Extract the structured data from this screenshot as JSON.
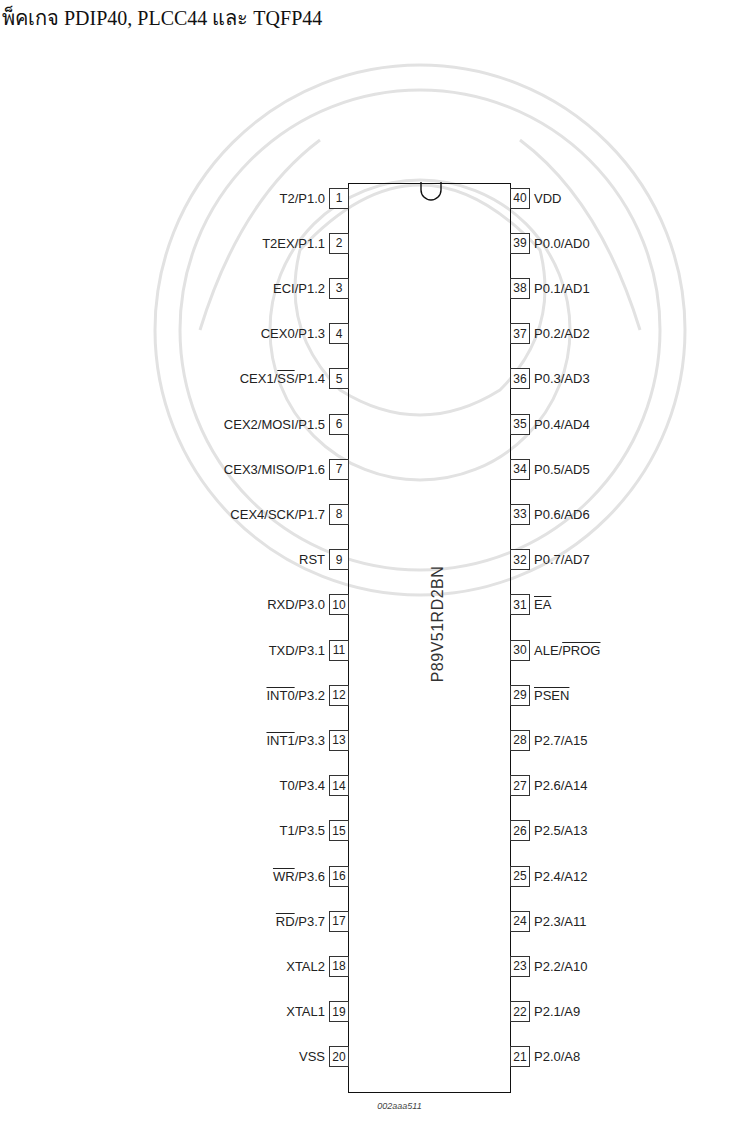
{
  "diagram": {
    "title": "พ็คเกจ PDIP40, PLCC44 และ TQFP44",
    "nodes": [
      {
        "text": [
          "P89V51RD2BN"
        ]
      },
      {
        "text": [
          "1"
        ]
      },
      {
        "text": [
          "2"
        ]
      },
      {
        "text": [
          "3"
        ]
      },
      {
        "text": [
          "4"
        ]
      },
      {
        "text": [
          "5"
        ]
      },
      {
        "text": [
          "6"
        ]
      },
      {
        "text": [
          "7"
        ]
      },
      {
        "text": [
          "8"
        ]
      },
      {
        "text": [
          "9"
        ]
      },
      {
        "text": [
          "10"
        ]
      },
      {
        "text": [
          "11"
        ]
      },
      {
        "text": [
          "12"
        ]
      },
      {
        "text": [
          "13"
        ]
      },
      {
        "text": [
          "14"
        ]
      },
      {
        "text": [
          "15"
        ]
      },
      {
        "text": [
          "16"
        ]
      },
      {
        "text": [
          "17"
        ]
      },
      {
        "text": [
          "18"
        ]
      },
      {
        "text": [
          "19"
        ]
      },
      {
        "text": [
          "20"
        ]
      },
      {
        "text": [
          "21"
        ]
      },
      {
        "text": [
          "22"
        ]
      },
      {
        "text": [
          "23"
        ]
      },
      {
        "text": [
          "24"
        ]
      },
      {
        "text": [
          "25"
        ]
      },
      {
        "text": [
          "26"
        ]
      },
      {
        "text": [
          "27"
        ]
      },
      {
        "text": [
          "28"
        ]
      },
      {
        "text": [
          "29"
        ]
      },
      {
        "text": [
          "30"
        ]
      },
      {
        "text": [
          "31"
        ]
      },
      {
        "text": [
          "32"
        ]
      },
      {
        "text": [
          "33"
        ]
      },
      {
        "text": [
          "34"
        ]
      },
      {
        "text": [
          "35"
        ]
      },
      {
        "text": [
          "36"
        ]
      },
      {
        "text": [
          "37"
        ]
      },
      {
        "text": [
          "38"
        ]
      },
      {
        "text": [
          "39"
        ]
      },
      {
        "text": [
          "40"
        ]
      }
    ],
    "labels": [
      "T2/P1.0",
      "T2EX/P1.1",
      "ECI/P1.2",
      "CEX0/P1.3",
      "CEX1/SS/P1.4",
      "CEX2/MOSI/P1.5",
      "CEX3/MISO/P1.6",
      "CEX4/SCK/P1.7",
      "RST",
      "RXD/P3.0",
      "TXD/P3.1",
      "INT0/P3.2",
      "INT1/P3.3",
      "T0/P3.4",
      "T1/P3.5",
      "WR/P3.6",
      "RD/P3.7",
      "XTAL2",
      "XTAL1",
      "VSS",
      "P2.0/A8",
      "P2.1/A9",
      "P2.2/A10",
      "P2.3/A11",
      "P2.4/A12",
      "P2.5/A13",
      "P2.6/A14",
      "P2.7/A15",
      "PSEN",
      "ALE/PROG",
      "EA",
      "P0.7/AD7",
      "P0.6/AD6",
      "P0.5/AD5",
      "P0.4/AD4",
      "P0.3/AD3",
      "P0.2/AD2",
      "P0.1/AD1",
      "P0.0/AD0",
      "VDD",
      "002aaa511"
    ]
  }
}
